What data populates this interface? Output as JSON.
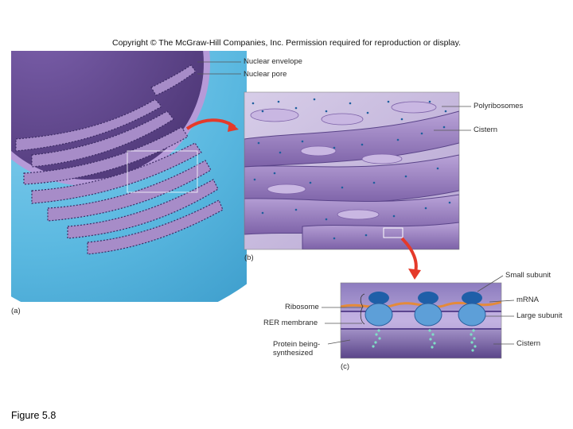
{
  "copyright": "Copyright © The McGraw-Hill Companies, Inc. Permission required for reproduction or display.",
  "panel_a": {
    "label": "(a)",
    "callouts": [
      "Nuclear envelope",
      "Nuclear pore"
    ]
  },
  "panel_b": {
    "label": "(b)",
    "callouts": [
      "Polyribosomes",
      "Cistern"
    ]
  },
  "panel_c": {
    "label": "(c)",
    "callouts_right": [
      "Small subunit",
      "mRNA",
      "Large subunit",
      "Cistern"
    ],
    "callouts_left": [
      "Ribosome",
      "RER membrane",
      "Protein being-",
      "synthesized"
    ]
  },
  "figure_caption": "Figure 5.8",
  "colors": {
    "cytoplasm": "#5ab8e0",
    "nucleus": "#6a4d95",
    "er_fill": "#a78cc8",
    "er_edge": "#3b2a63",
    "ribosome_dot": "#1f5f9e",
    "arrow": "#e53a2a"
  }
}
